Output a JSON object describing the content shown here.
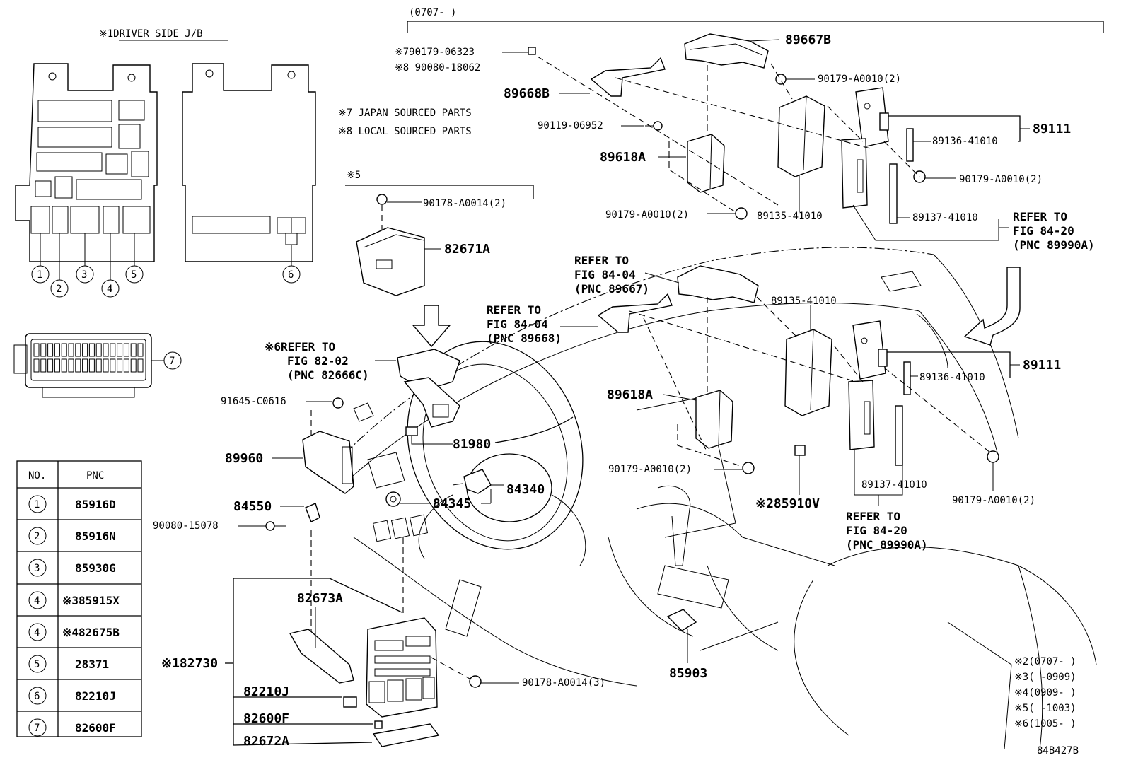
{
  "header": {
    "date_range": "(0707-    )",
    "driver_jb_title": "※1DRIVER SIDE J/B",
    "diagram_code": "84B427B"
  },
  "notes": {
    "japan": "※7 JAPAN SOURCED PARTS",
    "local": "※8  LOCAL SOURCED PARTS",
    "n5": "※5"
  },
  "table": {
    "col_no": "NO.",
    "col_pnc": "PNC",
    "rows": [
      {
        "no": "1",
        "pnc": "85916D"
      },
      {
        "no": "2",
        "pnc": "85916N"
      },
      {
        "no": "3",
        "pnc": "85930G"
      },
      {
        "no": "4",
        "pnc": "※385915X"
      },
      {
        "no": "4",
        "pnc": "※482675B"
      },
      {
        "no": "5",
        "pnc": "28371"
      },
      {
        "no": "6",
        "pnc": "82210J"
      },
      {
        "no": "7",
        "pnc": "82600F"
      }
    ]
  },
  "jb_callouts": [
    "1",
    "2",
    "3",
    "4",
    "5",
    "6",
    "7"
  ],
  "footnotes": [
    "※2(0707-   )",
    "※3(    -0909)",
    "※4(0909-   )",
    "※5(    -1003)",
    "※6(1005-   )"
  ],
  "labels": {
    "l_89667B": "89667B",
    "l_90179_06323": "※790179-06323",
    "l_90080_18062": "※8 90080-18062",
    "l_89668B": "89668B",
    "l_90179_A0010_top1": "90179-A0010(2)",
    "l_89111_top": "89111",
    "l_89136_top": "89136-41010",
    "l_90119": "90119-06952",
    "l_89618A_top": "89618A",
    "l_90179_A0010_top2": "90179-A0010(2)",
    "l_90179_A0010_top3": "90179-A0010(2)",
    "l_89135_top": "89135-41010",
    "l_89137_top": "89137-41010",
    "l_refer_8420_top_a": "REFER TO",
    "l_refer_8420_top_b": "FIG 84-20",
    "l_refer_8420_top_c": "(PNC 89990A)",
    "l_90178_A0014_2": "90178-A0014(2)",
    "l_82671A": "82671A",
    "l_refer_89667_a": "REFER TO",
    "l_refer_89667_b": "FIG 84-04",
    "l_refer_89667_c": "(PNC 89667)",
    "l_refer_89668_a": "REFER TO",
    "l_refer_89668_b": "FIG 84-04",
    "l_refer_89668_c": "(PNC 89668)",
    "l_89135_mid": "89135-41010",
    "l_89111_mid": "89111",
    "l_89136_mid": "89136-41010",
    "l_refer_82666_a": "※6REFER TO",
    "l_refer_82666_b": "FIG 82-02",
    "l_refer_82666_c": "(PNC 82666C)",
    "l_91645": "91645-C0616",
    "l_89618A_mid": "89618A",
    "l_89960": "89960",
    "l_81980": "81980",
    "l_90179_A0010_mid": "90179-A0010(2)",
    "l_90179_A0010_right": "90179-A0010(2)",
    "l_84340": "84340",
    "l_84550": "84550",
    "l_84345": "84345",
    "l_85910V": "※285910V",
    "l_89137_mid": "89137-41010",
    "l_90080_15078": "90080-15078",
    "l_refer_8420_mid_a": "REFER TO",
    "l_refer_8420_mid_b": "FIG 84-20",
    "l_refer_8420_mid_c": "(PNC 89990A)",
    "l_82673A": "82673A",
    "l_82730": "※182730",
    "l_85903": "85903",
    "l_90178_A0014_3": "90178-A0014(3)",
    "l_82210J": "82210J",
    "l_82600F": "82600F",
    "l_82672A": "82672A"
  }
}
